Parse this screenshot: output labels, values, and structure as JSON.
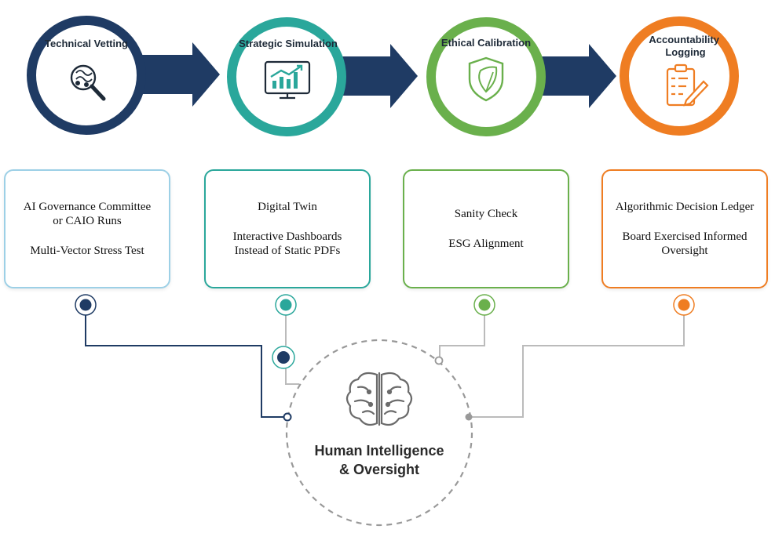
{
  "colors": {
    "navy": "#1f3b64",
    "teal": "#2aa79b",
    "green": "#6ab04c",
    "orange": "#ef7d22",
    "arrow": "#1f3b64",
    "light_blue_border": "#9dd0e6",
    "connector_gray": "#bbbbbb"
  },
  "stages": [
    {
      "title": "Technical Vetting",
      "icon": "magnifier-chip-icon"
    },
    {
      "title": "Strategic Simulation",
      "icon": "monitor-chart-icon"
    },
    {
      "title": "Ethical Calibration",
      "icon": "shield-leaf-icon"
    },
    {
      "title": "Accountability\nLogging",
      "icon": "clipboard-pencil-icon"
    }
  ],
  "boxes": [
    {
      "line1": "AI Governance Committee\nor CAIO Runs",
      "line2": "Multi-Vector Stress Test"
    },
    {
      "line1": "Digital Twin",
      "line2": "Interactive Dashboards\nInstead of Static PDFs"
    },
    {
      "line1": "Sanity Check",
      "line2": "ESG Alignment"
    },
    {
      "line1": "Algorithmic Decision Ledger",
      "line2": "Board Exercised Informed\nOversight"
    }
  ],
  "center": {
    "title": "Human Intelligence\n& Oversight",
    "icon": "brain-icon"
  }
}
